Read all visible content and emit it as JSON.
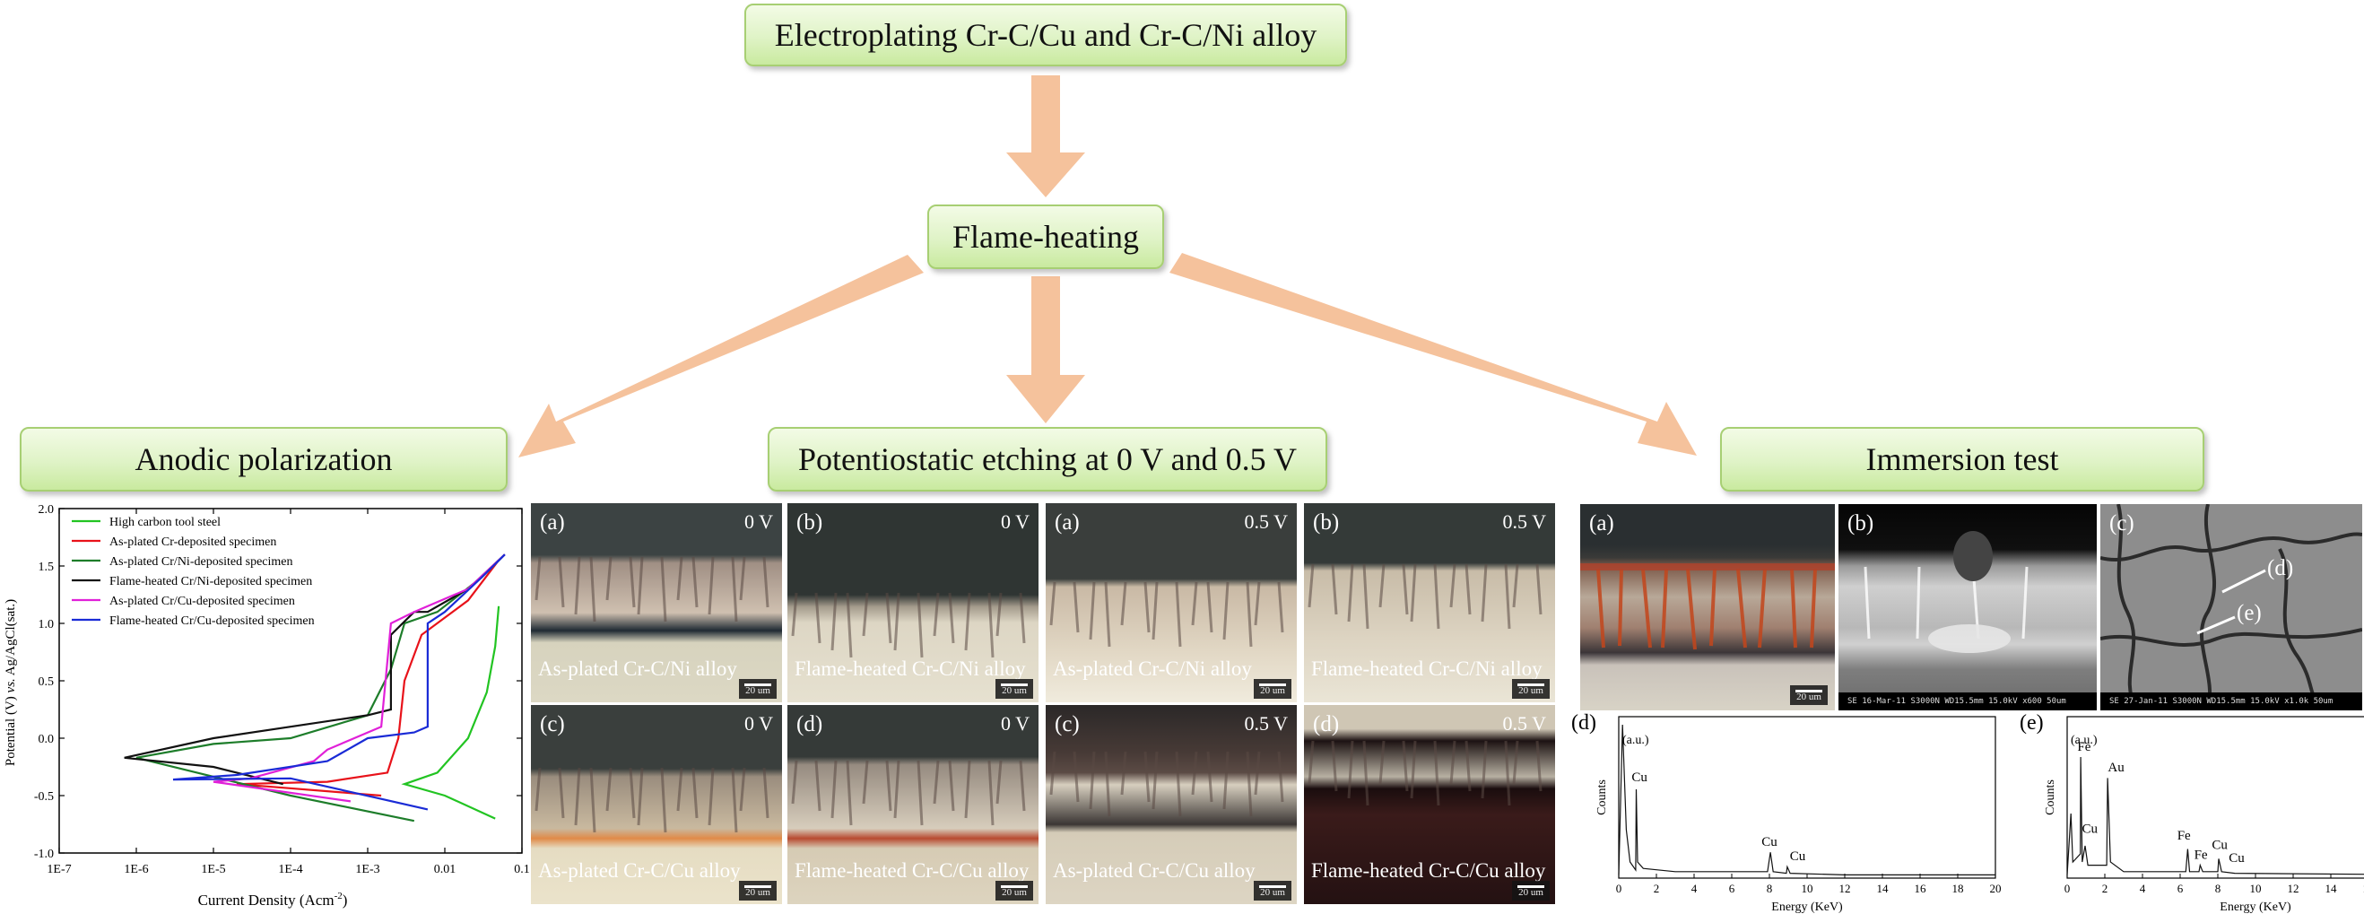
{
  "boxes": {
    "top": "Electroplating Cr-C/Cu and Cr-C/Ni alloy",
    "middle": "Flame-heating",
    "left": "Anodic polarization",
    "center": "Potentiostatic etching at 0 V and 0.5 V",
    "right": "Immersion test"
  },
  "colors": {
    "arrow": "#f5c29c",
    "box_fill": "#dff3c6",
    "box_border": "#a7cf73"
  },
  "polarization": {
    "xlabel": "Current Density (Acm",
    "xlabel_sup": "-2",
    "xlabel_end": ")",
    "ylabel_a": "Potential (V) ",
    "ylabel_vs": "vs.",
    "ylabel_b": " Ag/AgCl(sat.)",
    "xticks": [
      "1E-7",
      "1E-6",
      "1E-5",
      "1E-4",
      "1E-3",
      "0.01",
      "0.1"
    ],
    "yticks": [
      "-1.0",
      "-0.5",
      "0.0",
      "0.5",
      "1.0",
      "1.5",
      "2.0"
    ],
    "legend": [
      {
        "label": "High carbon tool steel",
        "color": "#22c422"
      },
      {
        "label": "As-plated Cr-deposited specimen",
        "color": "#e8121a"
      },
      {
        "label": "As-plated Cr/Ni-deposited specimen",
        "color": "#1d7d2a"
      },
      {
        "label": "Flame-heated  Cr/Ni-deposited specimen",
        "color": "#111111"
      },
      {
        "label": "As-plated Cr/Cu-deposited specimen",
        "color": "#e020d8"
      },
      {
        "label": "Flame-heated  Cr/Cu-deposited specimen",
        "color": "#1a2bd6"
      }
    ]
  },
  "chart_data": {
    "type": "line",
    "xscale": "log",
    "xlim": [
      1e-07,
      0.1
    ],
    "ylim": [
      -1.0,
      2.0
    ],
    "xlabel": "Current Density (Acm-2)",
    "ylabel": "Potential (V) vs. Ag/AgCl(sat.)",
    "legend_position": "top-left",
    "series": [
      {
        "name": "High carbon tool steel",
        "color": "#22c422",
        "points": [
          [
            0.045,
            -0.7
          ],
          [
            0.01,
            -0.5
          ],
          [
            0.003,
            -0.4
          ],
          [
            0.008,
            -0.3
          ],
          [
            0.02,
            0.0
          ],
          [
            0.035,
            0.4
          ],
          [
            0.045,
            0.8
          ],
          [
            0.05,
            1.15
          ]
        ]
      },
      {
        "name": "As-plated Cr-deposited specimen",
        "color": "#e8121a",
        "points": [
          [
            0.0015,
            -0.5
          ],
          [
            5e-05,
            -0.42
          ],
          [
            2e-05,
            -0.4
          ],
          [
            0.0003,
            -0.38
          ],
          [
            0.0018,
            -0.3
          ],
          [
            0.0025,
            0.0
          ],
          [
            0.003,
            0.5
          ],
          [
            0.005,
            0.9
          ],
          [
            0.02,
            1.2
          ],
          [
            0.05,
            1.55
          ]
        ]
      },
      {
        "name": "As-plated Cr/Ni-deposited specimen",
        "color": "#1d7d2a",
        "points": [
          [
            0.004,
            -0.72
          ],
          [
            0.0001,
            -0.5
          ],
          [
            1e-06,
            -0.17
          ],
          [
            1e-05,
            -0.05
          ],
          [
            0.0001,
            0.0
          ],
          [
            0.001,
            0.2
          ],
          [
            0.002,
            0.6
          ],
          [
            0.003,
            1.0
          ],
          [
            0.008,
            1.1
          ],
          [
            0.03,
            1.4
          ],
          [
            0.06,
            1.6
          ]
        ]
      },
      {
        "name": "Flame-heated  Cr/Ni-deposited specimen",
        "color": "#111111",
        "points": [
          [
            8e-05,
            -0.4
          ],
          [
            1e-05,
            -0.25
          ],
          [
            7e-07,
            -0.17
          ],
          [
            1e-05,
            0.0
          ],
          [
            0.0001,
            0.1
          ],
          [
            0.001,
            0.2
          ],
          [
            0.002,
            0.25
          ],
          [
            0.002,
            0.9
          ],
          [
            0.004,
            1.1
          ],
          [
            0.006,
            1.1
          ],
          [
            0.02,
            1.3
          ],
          [
            0.06,
            1.6
          ]
        ]
      },
      {
        "name": "As-plated Cr/Cu-deposited specimen",
        "color": "#e020d8",
        "points": [
          [
            0.0006,
            -0.55
          ],
          [
            1e-05,
            -0.38
          ],
          [
            3e-05,
            -0.35
          ],
          [
            0.0002,
            -0.2
          ],
          [
            0.0003,
            -0.1
          ],
          [
            0.0015,
            0.1
          ],
          [
            0.002,
            1.0
          ],
          [
            0.004,
            1.1
          ],
          [
            0.02,
            1.3
          ],
          [
            0.06,
            1.6
          ]
        ]
      },
      {
        "name": "Flame-heated  Cr/Cu-deposited specimen",
        "color": "#1a2bd6",
        "points": [
          [
            0.006,
            -0.62
          ],
          [
            0.0001,
            -0.35
          ],
          [
            3e-06,
            -0.36
          ],
          [
            2e-05,
            -0.32
          ],
          [
            0.0003,
            -0.2
          ],
          [
            0.001,
            0.0
          ],
          [
            0.004,
            0.05
          ],
          [
            0.006,
            0.1
          ],
          [
            0.006,
            1.0
          ],
          [
            0.01,
            1.1
          ],
          [
            0.03,
            1.4
          ],
          [
            0.06,
            1.6
          ]
        ]
      }
    ]
  },
  "etching": {
    "panels": [
      {
        "letter": "(a)",
        "voltage": "0 V",
        "caption": "As-plated Cr-C/Ni alloy",
        "scale": "20 um"
      },
      {
        "letter": "(b)",
        "voltage": "0 V",
        "caption": "Flame-heated Cr-C/Ni alloy",
        "scale": "20 um"
      },
      {
        "letter": "(a)",
        "voltage": "0.5 V",
        "caption": "As-plated Cr-C/Ni alloy",
        "scale": "20 um"
      },
      {
        "letter": "(b)",
        "voltage": "0.5 V",
        "caption": "Flame-heated Cr-C/Ni alloy",
        "scale": "20 um"
      },
      {
        "letter": "(c)",
        "voltage": "0 V",
        "caption": "As-plated Cr-C/Cu alloy",
        "scale": "20 um"
      },
      {
        "letter": "(d)",
        "voltage": "0 V",
        "caption": "Flame-heated Cr-C/Cu alloy",
        "scale": "20 um"
      },
      {
        "letter": "(c)",
        "voltage": "0.5 V",
        "caption": "As-plated Cr-C/Cu alloy",
        "scale": "20 um"
      },
      {
        "letter": "(d)",
        "voltage": "0.5 V",
        "caption": "Flame-heated Cr-C/Cu alloy",
        "scale": "20 um"
      }
    ]
  },
  "immersion": {
    "a_letter": "(a)",
    "b_letter": "(b)",
    "c_letter": "(c)",
    "a_scale": "20 um",
    "b_strip": "SE   16-Mar-11   S3000N WD15.5mm 15.0kV x600   50um",
    "c_strip": "SE   27-Jan-11   S3000N WD15.5mm 15.0kV x1.0k   50um",
    "c_marker_d": "(d)",
    "c_marker_e": "(e)",
    "eds_d": {
      "letter": "(d)",
      "ylabel": "Counts",
      "unit": "(a.u.)",
      "xlabel": "Energy  (KeV)",
      "peaks": [
        "Cu",
        "Cu",
        "Cu"
      ]
    },
    "eds_e": {
      "letter": "(e)",
      "ylabel": "Counts",
      "unit": "(a.u.)",
      "xlabel": "Energy  (KeV)",
      "peaks": [
        "Fe",
        "Cu",
        "Au",
        "Fe",
        "Fe",
        "Cu",
        "Cu"
      ]
    },
    "eds_ticks": [
      "0",
      "2",
      "4",
      "6",
      "8",
      "10",
      "12",
      "14",
      "16",
      "18",
      "20"
    ]
  }
}
